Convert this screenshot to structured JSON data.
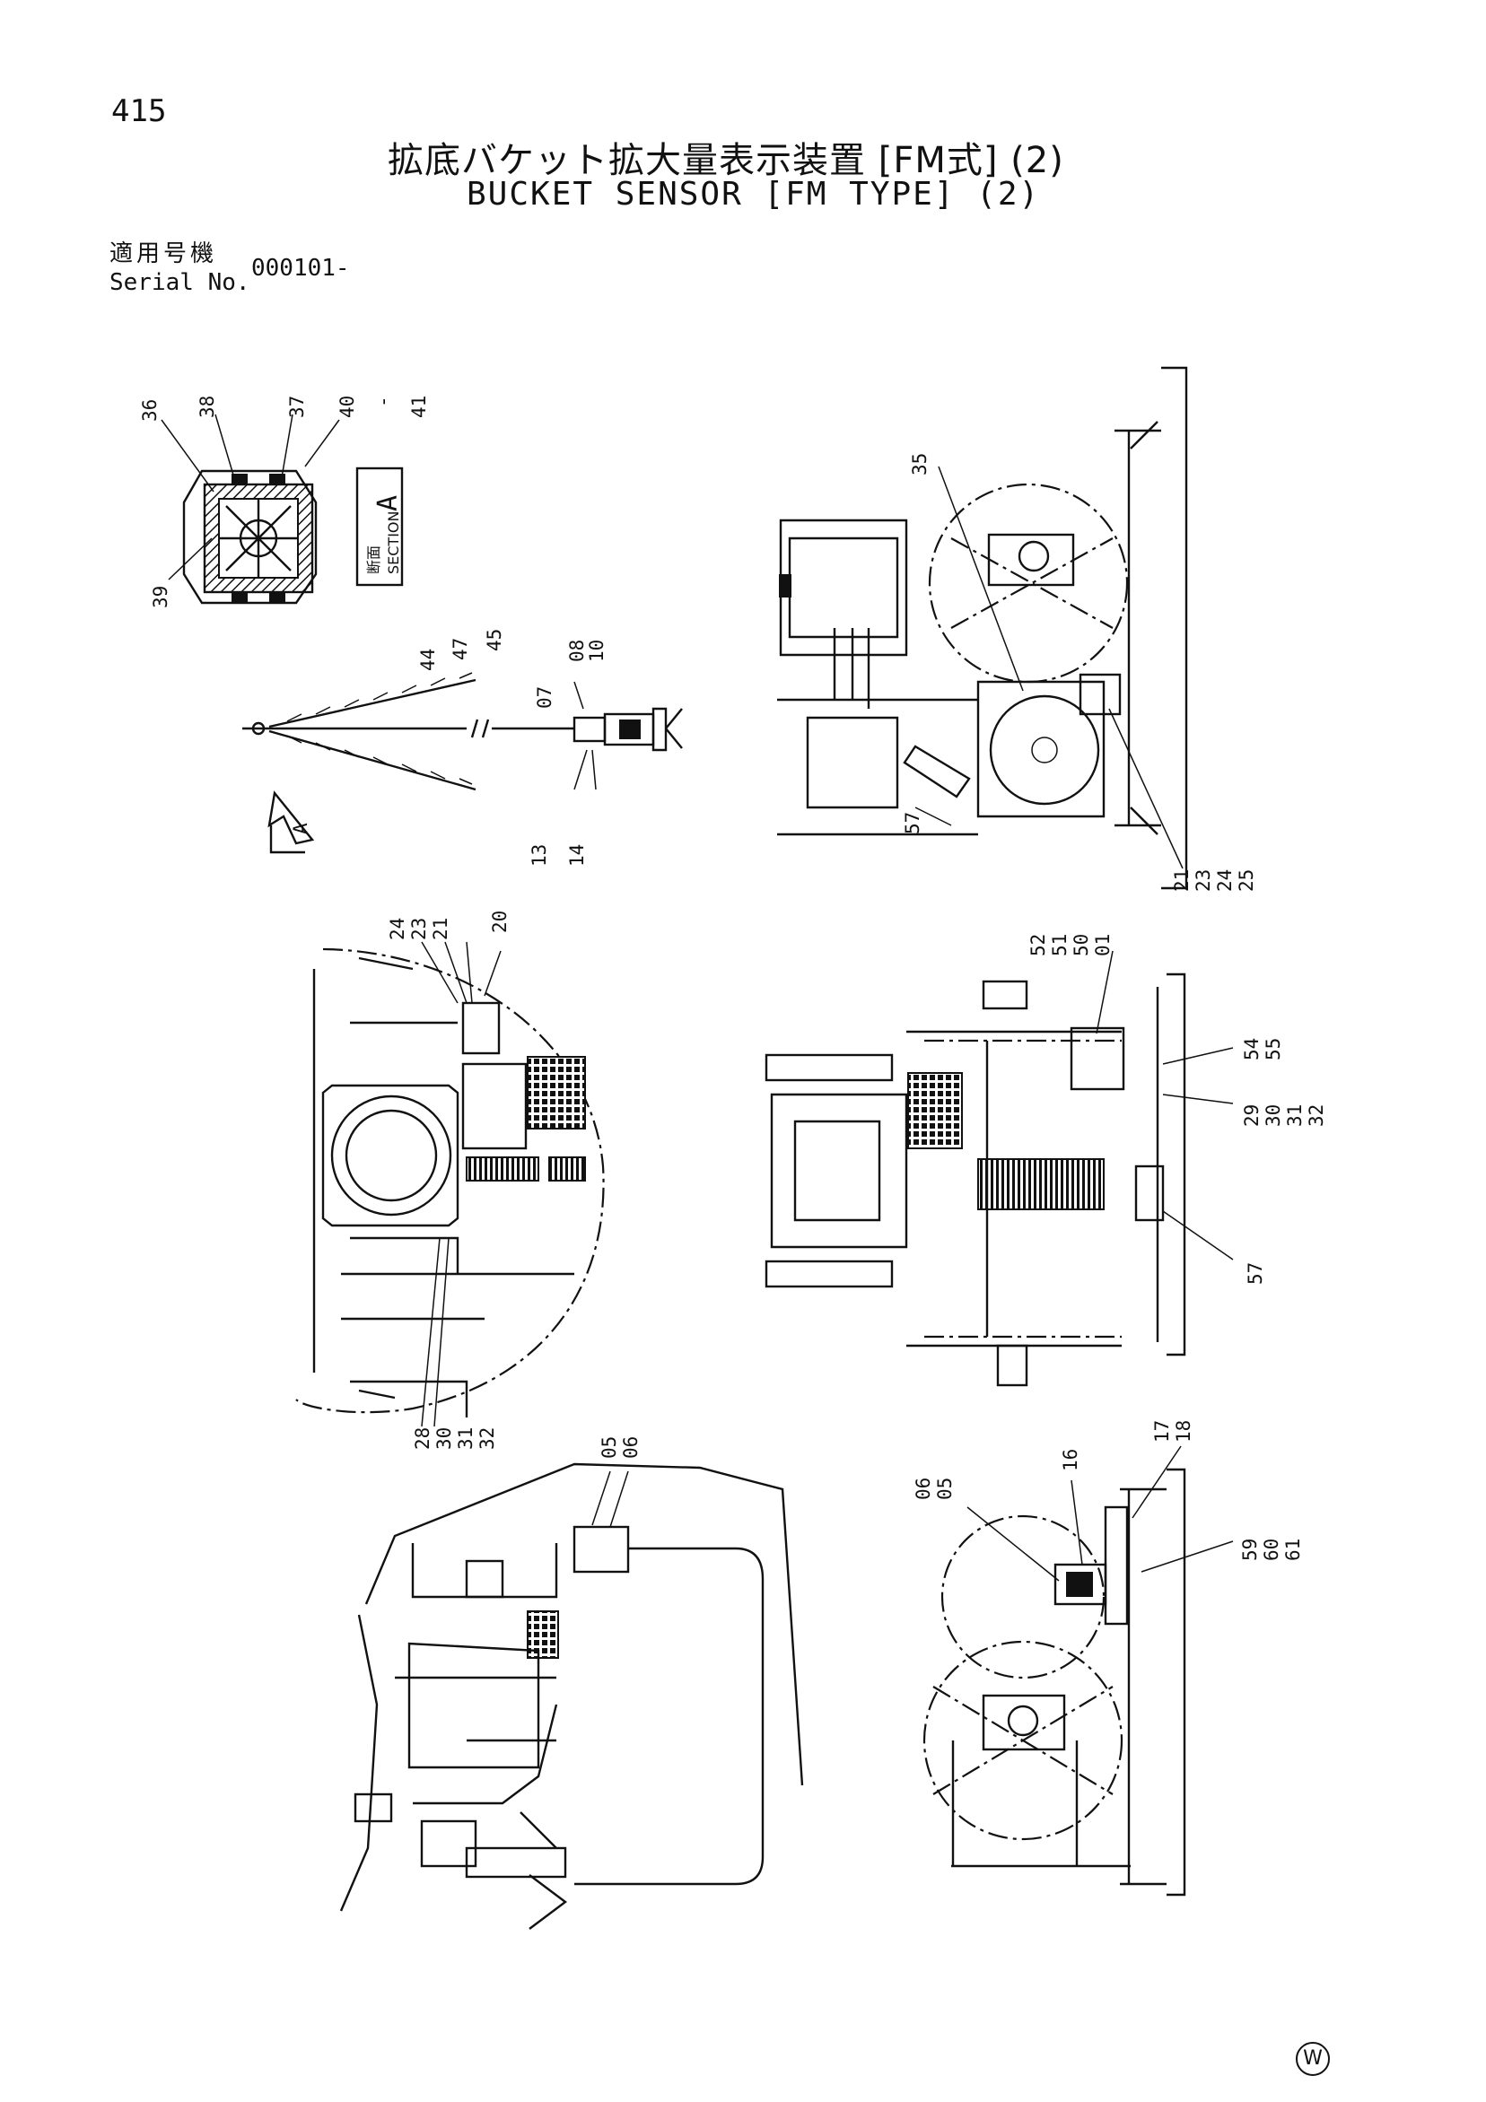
{
  "page_number": "415",
  "title_ja": "拡底バケット拡大量表示装置 [FM式] (2)",
  "title_en": "BUCKET SENSOR [FM TYPE] (2)",
  "serial": {
    "label_ja": "適用号機",
    "label_en": "Serial No.",
    "value": "000101-"
  },
  "section_view": {
    "label_ja": "断面",
    "label_en": "SECTION",
    "letter": "A",
    "arrow_letter": "A"
  },
  "maker_mark": "W",
  "callouts": {
    "section_a": [
      "36",
      "38",
      "37",
      "40",
      "-",
      "41",
      "39"
    ],
    "sensor_chain": [
      "44",
      "47",
      "45",
      "07",
      "08",
      "10",
      "13",
      "14"
    ],
    "rear_view": [
      "35",
      "57",
      "21",
      "23",
      "24",
      "25"
    ],
    "top_view": [
      "24",
      "23",
      "21",
      "20",
      "28",
      "30",
      "31",
      "32"
    ],
    "side_view": [
      "52",
      "51",
      "50",
      "01",
      "54",
      "55",
      "29",
      "30",
      "31",
      "32",
      "57"
    ],
    "cab_view": [
      "05",
      "06"
    ],
    "drum_view": [
      "06",
      "05",
      "16",
      "17",
      "18",
      "59",
      "60",
      "61"
    ]
  }
}
